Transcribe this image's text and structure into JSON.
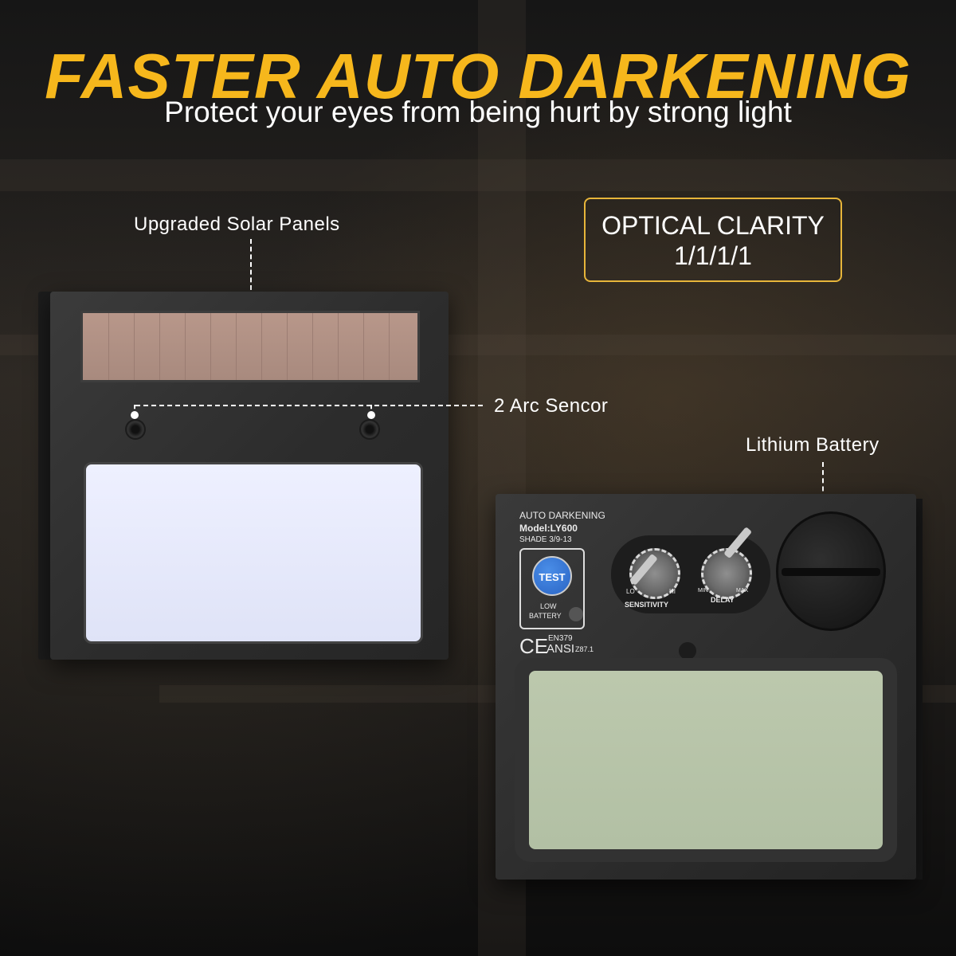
{
  "header": {
    "title": "FASTER AUTO DARKENING",
    "subtitle": "Protect your eyes from being hurt by strong light"
  },
  "callouts": {
    "solar": "Upgraded Solar Panels",
    "sensor": "2 Arc Sencor",
    "battery": "Lithium Battery",
    "clarity_line1": "OPTICAL CLARITY",
    "clarity_line2": "1/1/1/1"
  },
  "cartridge_labels": {
    "brand_line": "AUTO DARKENING",
    "model": "Model:LY600",
    "shade": "SHADE 3/9-13",
    "test": "TEST",
    "low_battery_line1": "LOW",
    "low_battery_line2": "BATTERY",
    "sensitivity": "SENSITIVITY",
    "lo": "LO",
    "hi": "HI",
    "delay": "DELAY",
    "min": "MIN",
    "max": "MAX",
    "ce": "CE",
    "en": "EN379",
    "ansi": "ANSI",
    "z": "Z87.1"
  },
  "colors": {
    "accent": "#f6b71c",
    "clarity_border": "#e7b53a"
  }
}
